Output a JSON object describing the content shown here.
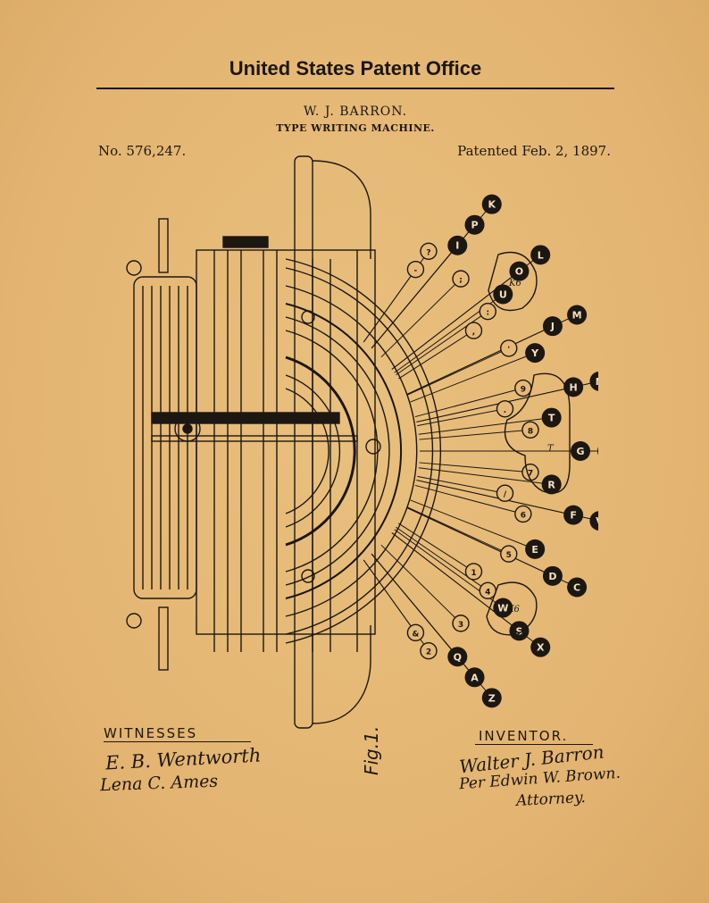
{
  "header": {
    "office": "United States Patent Office",
    "inventor": "W. J. BARRON.",
    "title": "TYPE WRITING MACHINE.",
    "patent_number": "No. 576,247.",
    "patent_date": "Patented Feb. 2, 1897."
  },
  "drawing": {
    "figure_label": "Fig.1.",
    "key_rows": [
      [
        "K",
        "L",
        "M",
        "N",
        "B",
        "V",
        "C",
        "X",
        "Z"
      ],
      [
        "P",
        "O",
        "J",
        "H",
        "G",
        "F",
        "D",
        "S",
        "A"
      ],
      [
        "I",
        "U",
        "Y",
        "T",
        "R",
        "E",
        "W",
        "Q"
      ],
      [
        "?",
        ";",
        ":",
        "'",
        "9",
        "8",
        "7",
        "6",
        "5",
        "4",
        "3",
        "2"
      ],
      [
        "-",
        ",",
        ".",
        "/",
        "1",
        "&"
      ]
    ],
    "key_bar_labels": [
      "K6",
      "K6",
      "T"
    ]
  },
  "footer": {
    "witnesses_heading": "WITNESSES",
    "witness_1": "E. B. Wentworth",
    "witness_2": "Lena C. Ames",
    "inventor_heading": "INVENTOR.",
    "inventor_signature": "Walter J. Barron",
    "attorney_signature": "Per Edwin W. Brown.",
    "attorney_label": "Attorney."
  },
  "colors": {
    "paper": "#e6b978",
    "ink": "#1d1712",
    "key_fill": "#1d1712",
    "key_text": "#f2e2c4"
  }
}
